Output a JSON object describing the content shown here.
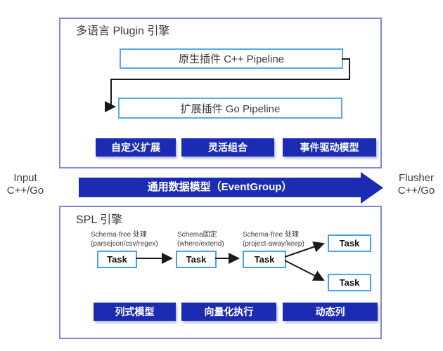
{
  "colors": {
    "accent_blue": "#1c2cb2",
    "outer_border": "#8089d8",
    "pipeline_border": "#5aa7f0",
    "task_border": "#47a0ee",
    "connector": "#1a1a1a"
  },
  "plugin_engine": {
    "title": "多语言 Plugin 引擎",
    "pipelines": [
      {
        "label": "原生插件 C++ Pipeline"
      },
      {
        "label": "扩展插件 Go Pipeline"
      }
    ],
    "badges": [
      "自定义扩展",
      "灵活组合",
      "事件驱动模型"
    ]
  },
  "flow": {
    "input_label": "Input",
    "input_sub": "C++/Go",
    "arrow_label": "通用数据模型（EventGroup）",
    "flusher_label": "Flusher",
    "flusher_sub": "C++/Go"
  },
  "spl_engine": {
    "title": "SPL 引擎",
    "stages": [
      {
        "name": "Schema-free 处理",
        "detail": "(parsejson/csv/regex)",
        "task": "Task"
      },
      {
        "name": "Schema固定",
        "detail": "(where/extend)",
        "task": "Task"
      },
      {
        "name": "Schema-free 处理",
        "detail": "(project-away/keep)",
        "task": "Task"
      }
    ],
    "output_tasks": [
      "Task",
      "Task"
    ],
    "badges": [
      "列式模型",
      "向量化执行",
      "动态列"
    ]
  }
}
